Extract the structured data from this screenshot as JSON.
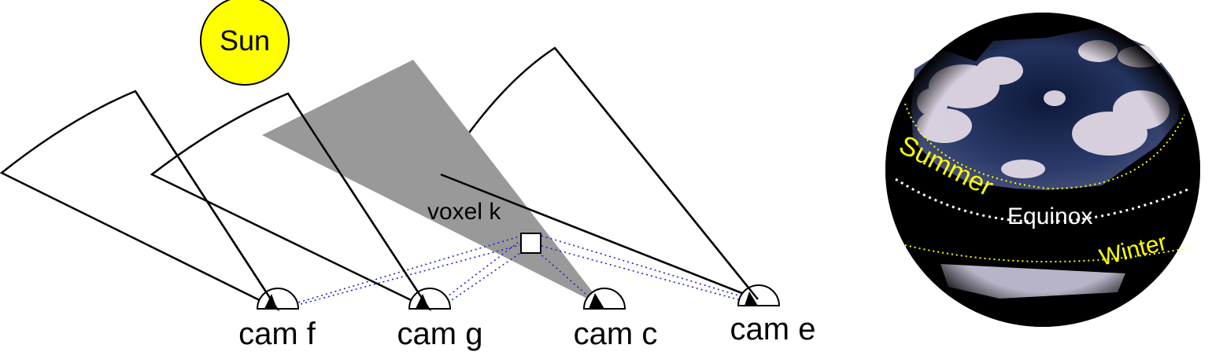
{
  "sun": {
    "label": "Sun",
    "fill": "#ffff00"
  },
  "voxel": {
    "label": "voxel k"
  },
  "cameras": [
    {
      "id": "f",
      "label": "cam f"
    },
    {
      "id": "g",
      "label": "cam g"
    },
    {
      "id": "c",
      "label": "cam c"
    },
    {
      "id": "e",
      "label": "cam e"
    }
  ],
  "fisheye": {
    "bands": [
      {
        "label": "Summer",
        "color": "#ffff00"
      },
      {
        "label": "Equinox",
        "color": "#ffffff"
      },
      {
        "label": "Winter",
        "color": "#ffff00"
      }
    ]
  },
  "colors": {
    "shadow": "#999999",
    "rays": "#2222cc",
    "sky": "#1c2a52"
  }
}
